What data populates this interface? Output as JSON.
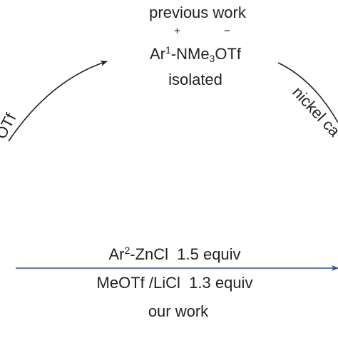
{
  "top_block": {
    "heading": "previous work",
    "charge_plus": "+",
    "charge_minus": "−",
    "salt": {
      "ar_prefix": "Ar",
      "ar_index": "1",
      "mid": "-NMe",
      "sub": "3",
      "anion": "OTf"
    },
    "status": "isolated"
  },
  "left_arc_label": "OTf",
  "right_arc_label": "nickel ca",
  "bottom_arrow": {
    "line1": {
      "ar_prefix": "Ar",
      "ar_index": "2",
      "reagent": "-ZnCl",
      "amount": "1.5 equiv"
    },
    "line2": {
      "reagent": "MeOTf /LiCl",
      "amount": "1.3 equiv"
    },
    "caption": "our work"
  },
  "colors": {
    "text": "#231f20",
    "arrow": "#231f20",
    "bottom_arrow": "#2e4d9b"
  }
}
